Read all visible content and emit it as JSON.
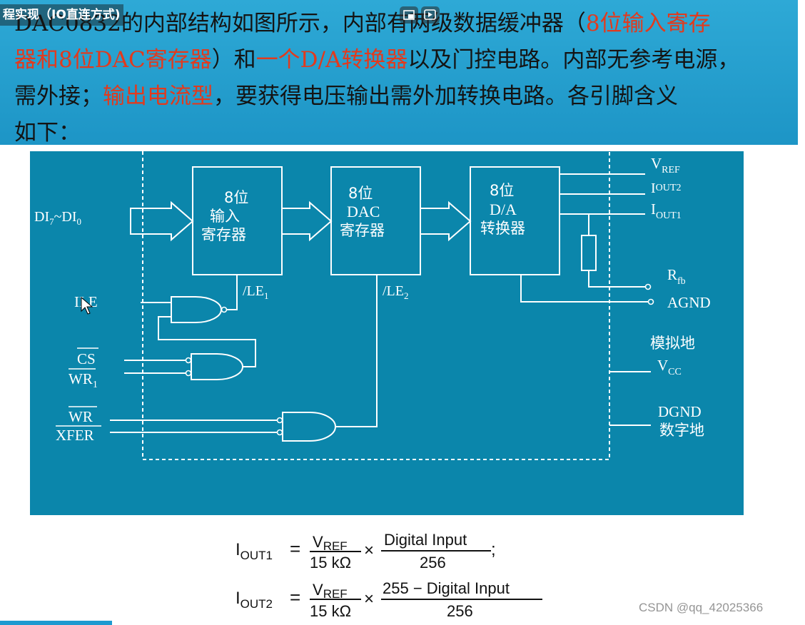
{
  "video_title": "程实现（IO直连方式)",
  "paragraph": {
    "line1_a": "DAC0832的内部结构如图所示，内部有两级数据缓冲器（",
    "line1_red": "8位输入寄存",
    "line2_red": "器和8位DAC寄存器",
    "line2_b": "）和",
    "line2_red2": "一个D/A转换器",
    "line2_c": "以及门控电路。内部无参考电源，",
    "line3_a": "需外接；",
    "line3_red": "输出电流型",
    "line3_b": "，要获得电压输出需外加转换电路。各引脚含义",
    "line4": "如下："
  },
  "diagram": {
    "block_input": [
      "8位",
      "输入",
      "寄存器"
    ],
    "block_dac": [
      "8位",
      "DAC",
      "寄存器"
    ],
    "block_da": [
      "8位",
      "D/A",
      "转换器"
    ],
    "input_label_main": "DI",
    "input_label_sub1": "7",
    "input_label_tilde": "~DI",
    "input_label_sub2": "0",
    "le1_main": "/LE",
    "le1_sub": "1",
    "le2_main": "/LE",
    "le2_sub": "2",
    "ile": "ILE",
    "cs": "CS",
    "wr1_main": "WR",
    "wr1_sub": "1",
    "wr2": "WR",
    "xfer": "XFER",
    "vref_main": "V",
    "vref_sub": "REF",
    "iout2_main": "I",
    "iout2_sub": "OUT2",
    "iout1_main": "I",
    "iout1_sub": "OUT1",
    "rfb_main": "R",
    "rfb_sub": "fb",
    "agnd": "AGND",
    "analog_ground": "模拟地",
    "vcc_main": "V",
    "vcc_sub": "CC",
    "dgnd": "DGND",
    "digital_ground": "数字地"
  },
  "formulas": {
    "f1_lhs_main": "I",
    "f1_lhs_sub": "OUT1",
    "f2_lhs_main": "I",
    "f2_lhs_sub": "OUT2",
    "eq": "=",
    "vref_main": "V",
    "vref_sub": "REF",
    "den": "15 kΩ",
    "times": "×",
    "f1_num": "Digital Input",
    "f2_num": "255 − Digital Input",
    "div": "256",
    "f1_end": ";"
  },
  "watermark": "CSDN @qq_42025366",
  "colors": {
    "banner": "#1d95c6",
    "diagram_bg": "#0b86ab",
    "highlight": "#e23a1d",
    "line": "#ffffff"
  }
}
